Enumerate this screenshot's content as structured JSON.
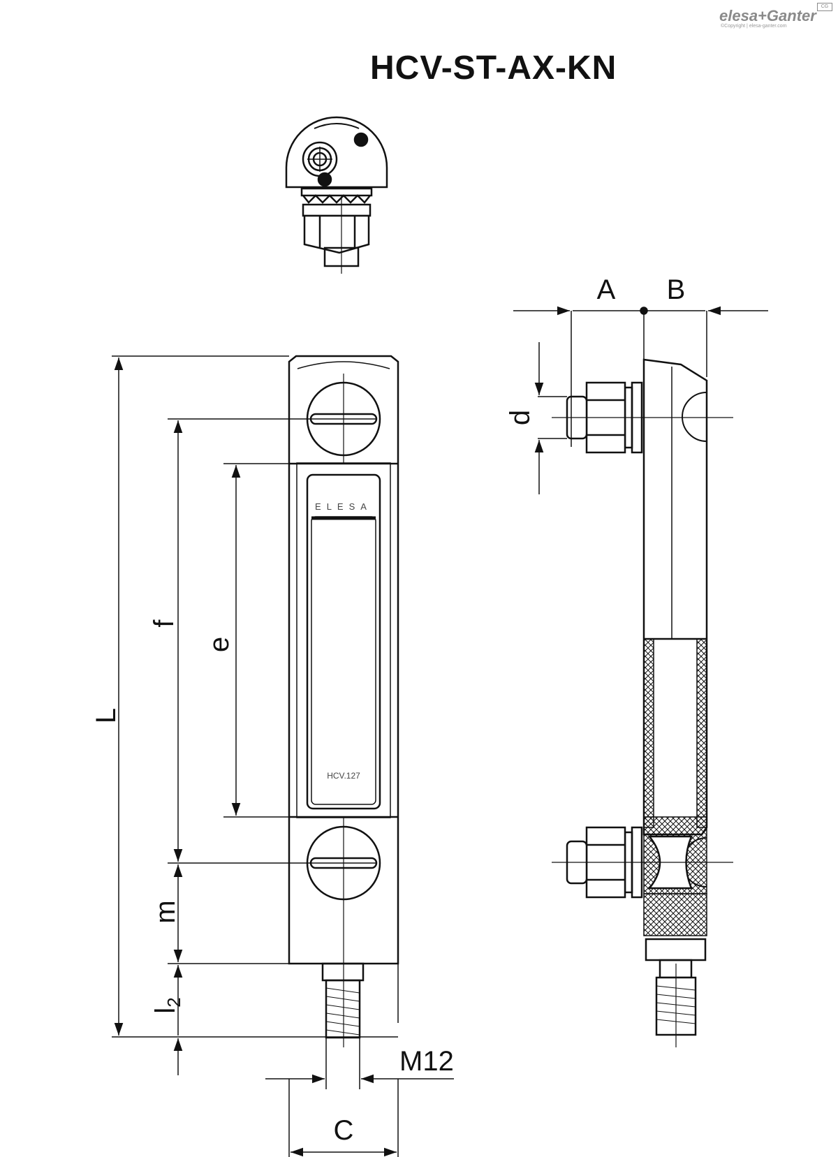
{
  "header": {
    "title": "HCV-ST-AX-KN",
    "logo_text": "elesa+Ganter",
    "logo_sub": "©Copyright | elesa-ganter.com",
    "logo_badge": "CG"
  },
  "front_view": {
    "window_brand": "ELESA",
    "window_code": "HCV.127"
  },
  "dimensions": {
    "L": "L",
    "f": "f",
    "e": "e",
    "m": "m",
    "l2_base": "l",
    "l2_sub": "2",
    "thread": "M12",
    "C": "C",
    "A": "A",
    "B": "B",
    "d": "d"
  },
  "colors": {
    "line": "#111111",
    "background": "#ffffff"
  }
}
